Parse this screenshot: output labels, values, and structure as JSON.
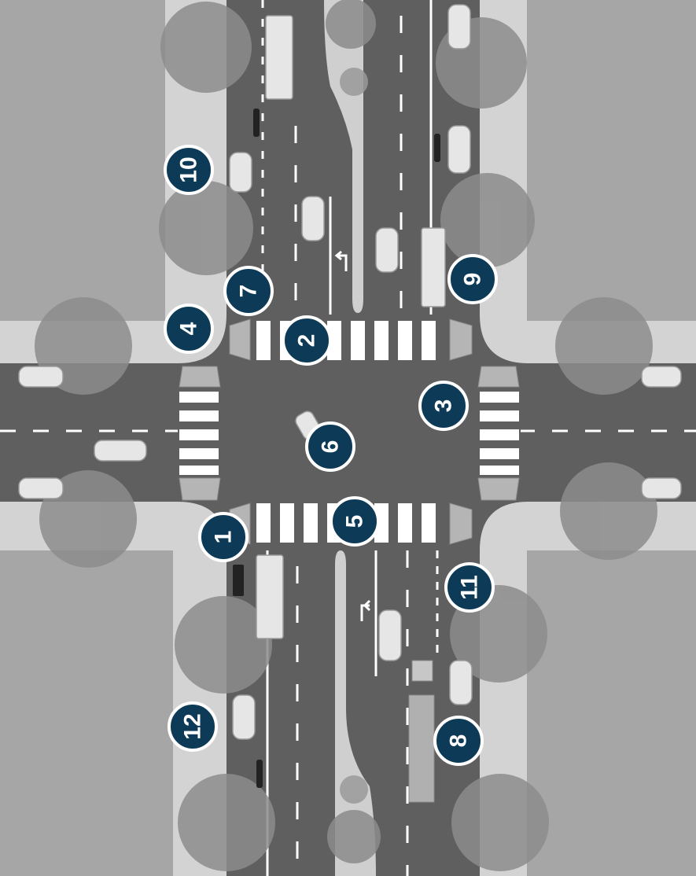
{
  "diagram": {
    "type": "intersection-plan-view",
    "colors": {
      "block": "#a6a6a6",
      "sidewalk": "#d3d3d3",
      "road": "#5f5f5f",
      "median": "#cfcfcf",
      "marking": "#ffffff",
      "tree": "#8c8c8c",
      "vehicle": "#e6e6e6",
      "marker_fill": "#0d3b57",
      "marker_ring": "#ffffff"
    },
    "markers": [
      "1",
      "2",
      "3",
      "4",
      "5",
      "6",
      "7",
      "8",
      "9",
      "10",
      "11",
      "12"
    ],
    "icons": [
      "left-turn-arrow-icon",
      "bicycle-icon",
      "car-icon",
      "bus-icon",
      "tree-icon"
    ]
  }
}
